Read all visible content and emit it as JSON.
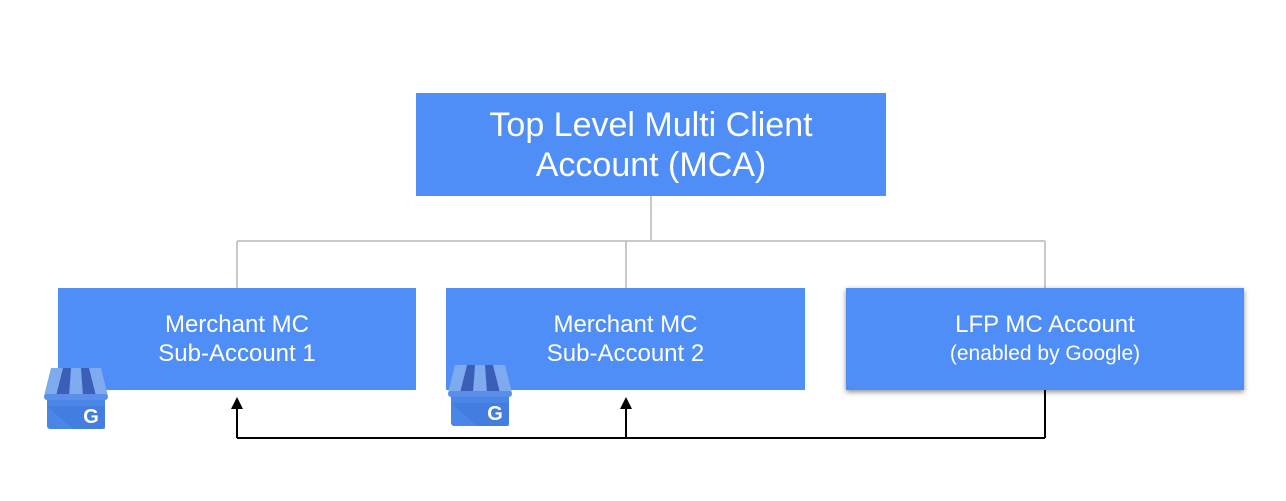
{
  "diagram": {
    "top_account": {
      "line1": "Top Level Multi Client",
      "line2": "Account (MCA)"
    },
    "sub_accounts": [
      {
        "line1": "Merchant MC",
        "line2": "Sub-Account 1",
        "icon": "google-my-business-icon"
      },
      {
        "line1": "Merchant MC",
        "line2": "Sub-Account 2",
        "icon": "google-my-business-icon"
      },
      {
        "line1": "LFP MC Account",
        "line2": "(enabled by Google)"
      }
    ],
    "icon_letter": "G",
    "colors": {
      "box_fill": "#4f8ef7",
      "box_text": "#ffffff",
      "tree_line": "#c8c8c8",
      "arrow_line": "#000000",
      "icon_store_body": "#4a86e8",
      "icon_awning_light": "#7eaaf0",
      "icon_awning_dark": "#3b5fb8"
    }
  }
}
